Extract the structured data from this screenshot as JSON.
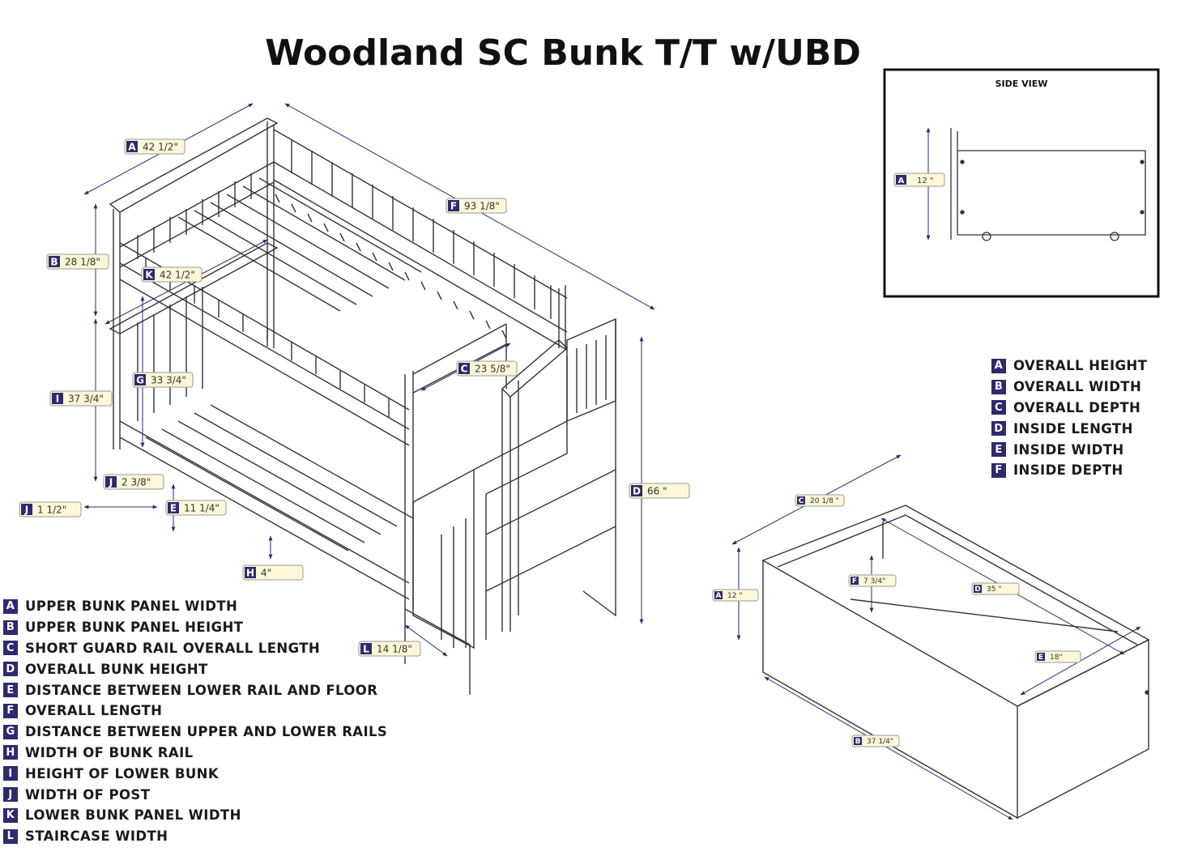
{
  "title": "Woodland SC Bunk T/T w/UBD",
  "side_view": {
    "label": "SIDE VIEW",
    "dim_key": "A",
    "dim_value": "12 \""
  },
  "bunk_dims": [
    {
      "key": "A",
      "value": "42 1/2\""
    },
    {
      "key": "F",
      "value": "93 1/8\""
    },
    {
      "key": "B",
      "value": "28 1/8\""
    },
    {
      "key": "K",
      "value": "42 1/2\""
    },
    {
      "key": "C",
      "value": "23 5/8\""
    },
    {
      "key": "G",
      "value": "33 3/4\""
    },
    {
      "key": "I",
      "value": "37 3/4\""
    },
    {
      "key": "J",
      "value": "2 3/8\""
    },
    {
      "key": "J",
      "value": "1 1/2\""
    },
    {
      "key": "E",
      "value": "11 1/4\""
    },
    {
      "key": "D",
      "value": "66 \""
    },
    {
      "key": "H",
      "value": "4\""
    },
    {
      "key": "L",
      "value": "14 1/8\""
    }
  ],
  "drawer_dims": [
    {
      "key": "C",
      "value": "20 1/8 \""
    },
    {
      "key": "A",
      "value": "12 \""
    },
    {
      "key": "F",
      "value": "7 3/4\""
    },
    {
      "key": "D",
      "value": "35 \""
    },
    {
      "key": "E",
      "value": "18\""
    },
    {
      "key": "B",
      "value": "37 1/4\""
    }
  ],
  "legend_left": [
    {
      "key": "A",
      "label": "UPPER BUNK PANEL WIDTH"
    },
    {
      "key": "B",
      "label": "UPPER BUNK PANEL HEIGHT"
    },
    {
      "key": "C",
      "label": "SHORT GUARD RAIL OVERALL LENGTH"
    },
    {
      "key": "D",
      "label": "OVERALL BUNK HEIGHT"
    },
    {
      "key": "E",
      "label": "DISTANCE BETWEEN LOWER RAIL AND FLOOR"
    },
    {
      "key": "F",
      "label": "OVERALL LENGTH"
    },
    {
      "key": "G",
      "label": "DISTANCE BETWEEN UPPER AND LOWER RAILS"
    },
    {
      "key": "H",
      "label": "WIDTH OF BUNK RAIL"
    },
    {
      "key": "I",
      "label": "HEIGHT OF LOWER BUNK"
    },
    {
      "key": "J",
      "label": "WIDTH OF POST"
    },
    {
      "key": "K",
      "label": "LOWER BUNK PANEL WIDTH"
    },
    {
      "key": "L",
      "label": "STAIRCASE WIDTH"
    }
  ],
  "legend_right": [
    {
      "key": "A",
      "label": "OVERALL HEIGHT"
    },
    {
      "key": "B",
      "label": "OVERALL WIDTH"
    },
    {
      "key": "C",
      "label": "OVERALL DEPTH"
    },
    {
      "key": "D",
      "label": "INSIDE LENGTH"
    },
    {
      "key": "E",
      "label": "INSIDE WIDTH"
    },
    {
      "key": "F",
      "label": "INSIDE DEPTH"
    }
  ]
}
